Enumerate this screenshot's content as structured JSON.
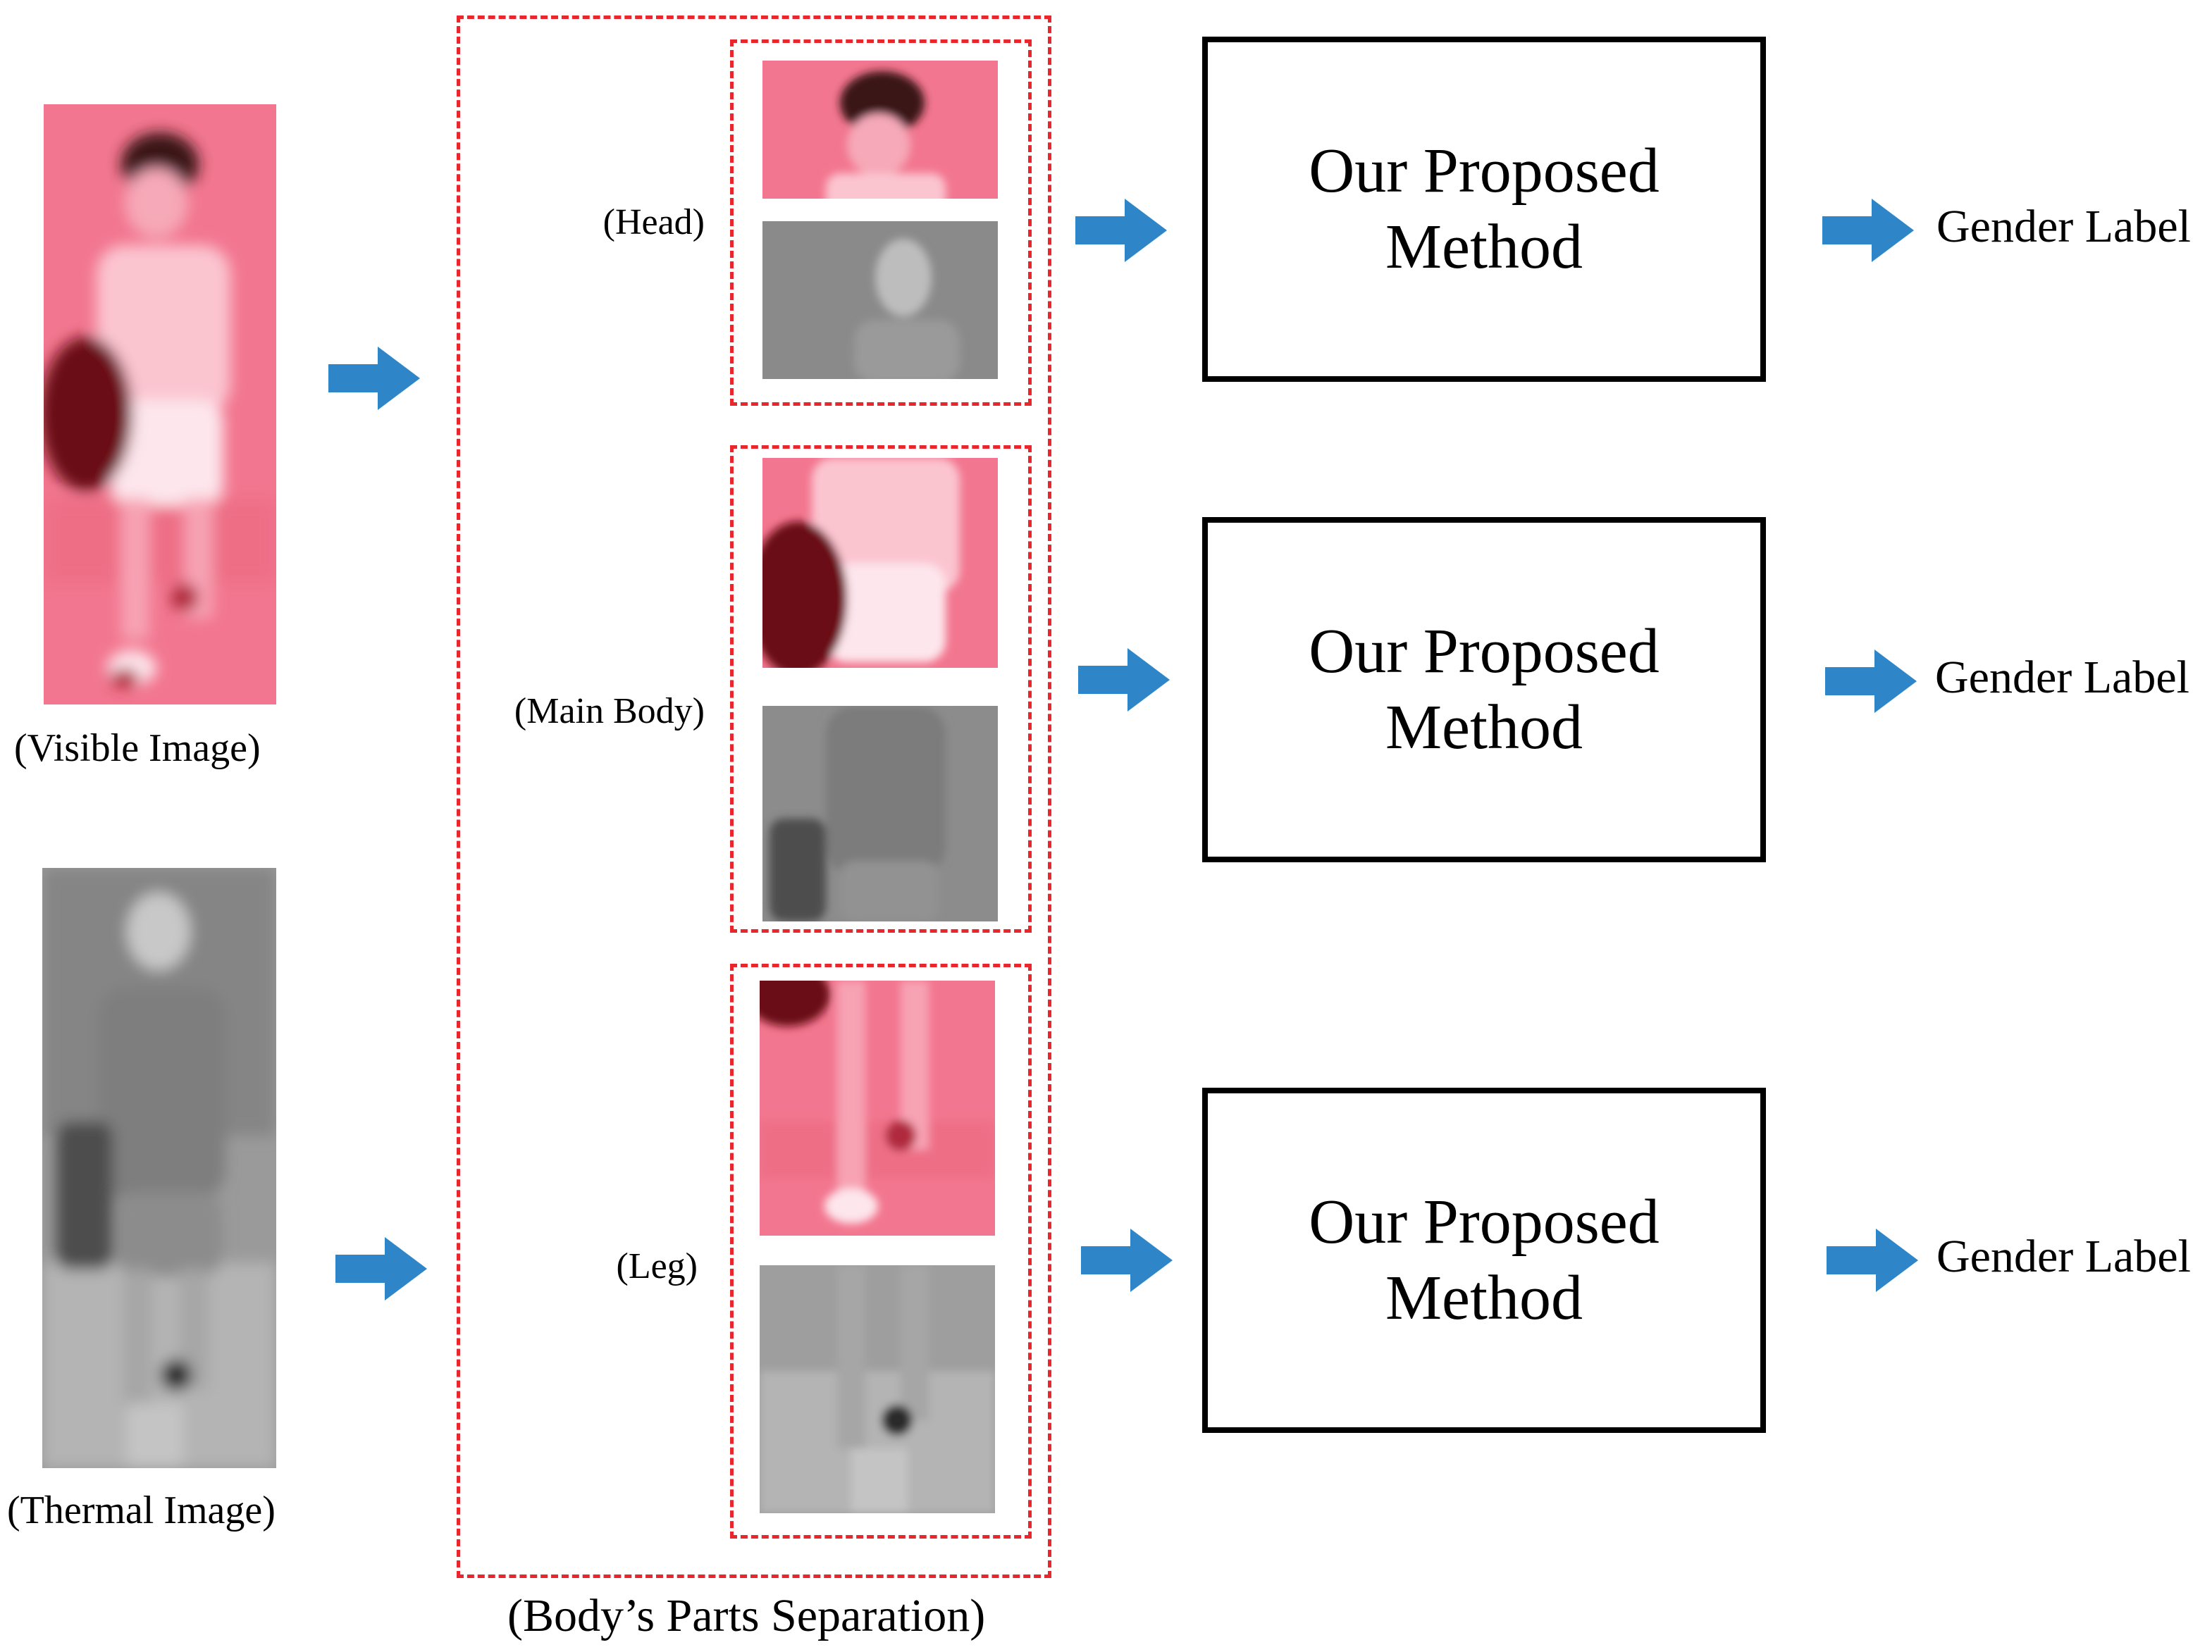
{
  "inputs": {
    "visible_caption": "(Visible Image)",
    "thermal_caption": "(Thermal  Image)"
  },
  "separation": {
    "caption": "(Body’s Parts Separation)",
    "parts": [
      {
        "label": "(Head)"
      },
      {
        "label": "(Main Body)"
      },
      {
        "label": "(Leg)"
      }
    ]
  },
  "methods": [
    {
      "line1": "Our Proposed",
      "line2": "Method",
      "output": "Gender Label"
    },
    {
      "line1": "Our Proposed",
      "line2": "Method",
      "output": "Gender Label"
    },
    {
      "line1": "Our Proposed",
      "line2": "Method",
      "output": "Gender Label"
    }
  ],
  "colors": {
    "arrow": "#2e86c8",
    "dashed_border": "#e8262b",
    "visible_tint": "#f2768f",
    "thermal_tint": "#8a8a8a"
  }
}
